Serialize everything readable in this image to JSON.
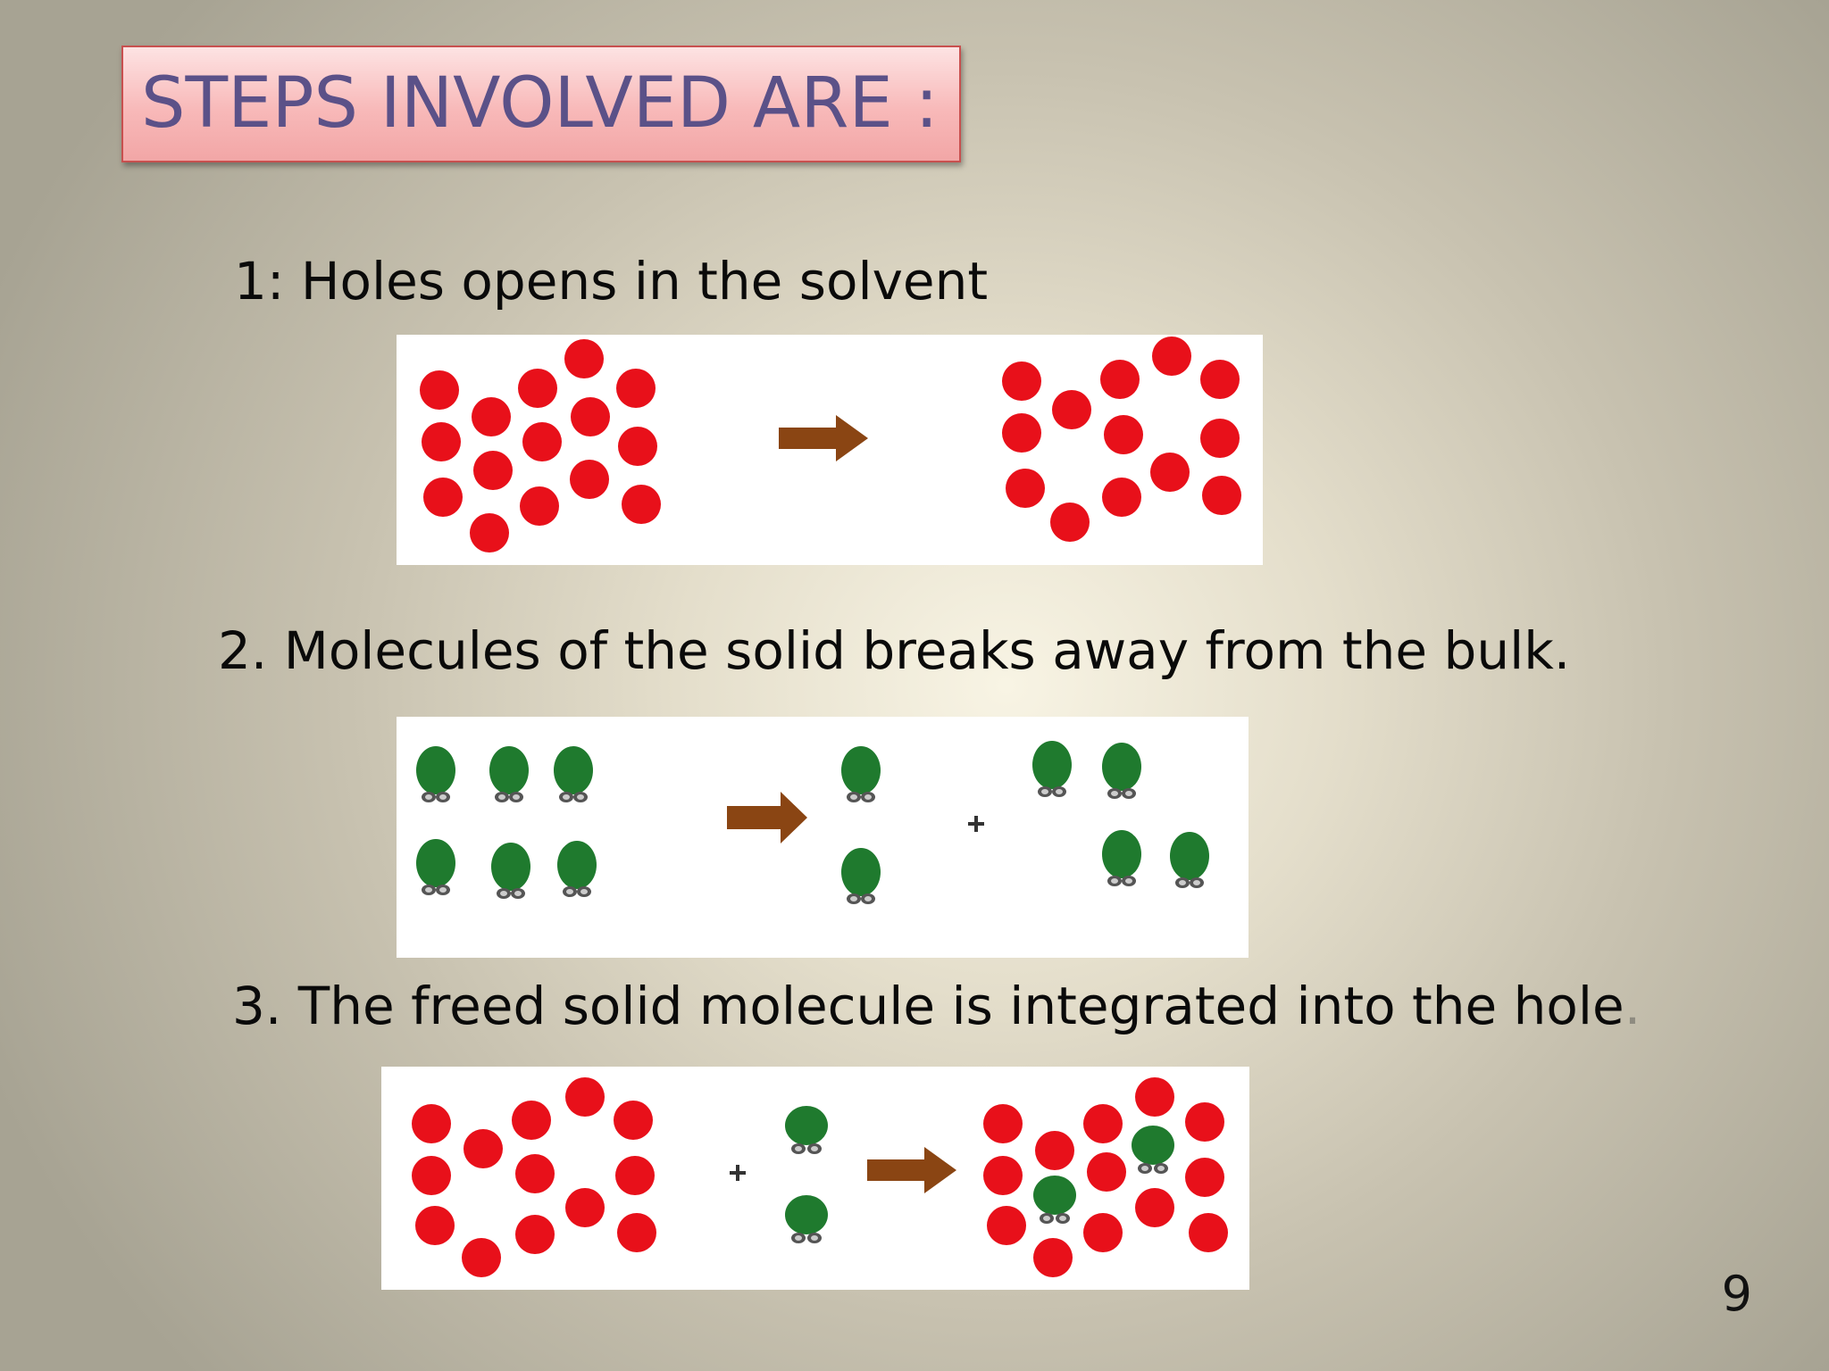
{
  "slide": {
    "title": "STEPS INVOLVED ARE :",
    "page_number": "9"
  },
  "steps": [
    {
      "text": "1: Holes opens in the solvent",
      "trailing": ""
    },
    {
      "text": "2. Molecules of the solid breaks away from the bulk.",
      "trailing": ""
    },
    {
      "text": "3. The freed solid molecule is integrated into the hole",
      "trailing": "."
    }
  ],
  "colors": {
    "solvent_molecule": "#e8101a",
    "solid_molecule": "#1f7a2e",
    "arrow": "#8a4513",
    "title_text": "#5b5188",
    "title_border": "#c8504f"
  },
  "icons": {
    "process_arrow": "right-arrow-icon",
    "plus_sign": "plus-icon"
  }
}
